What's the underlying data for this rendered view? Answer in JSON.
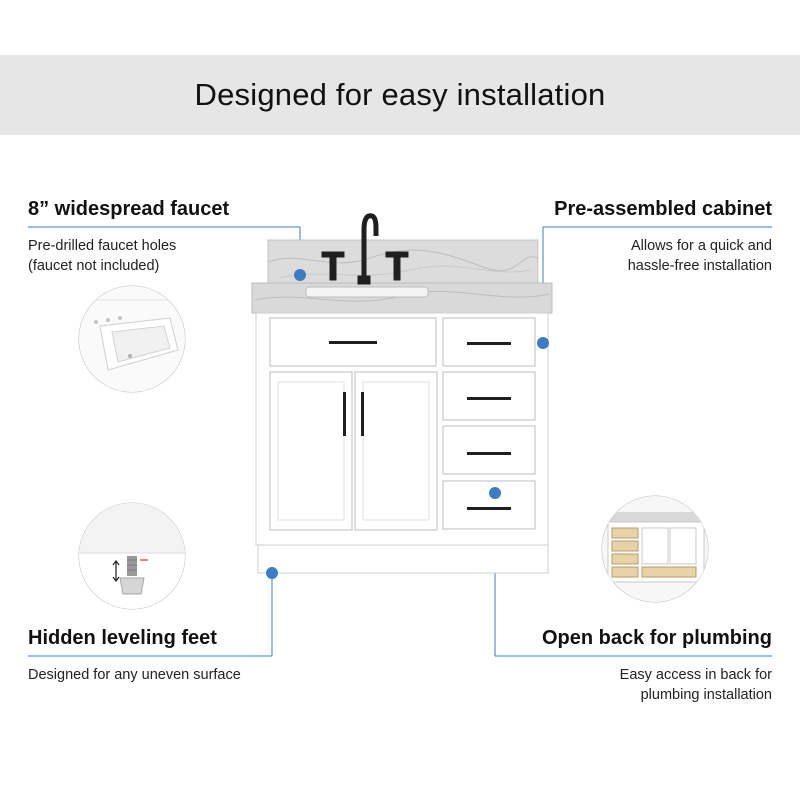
{
  "heading": "Designed for easy installation",
  "features": {
    "faucet": {
      "title": "8” widespread faucet",
      "desc": [
        "Pre-drilled faucet holes",
        "(faucet not included)"
      ]
    },
    "cabinet": {
      "title": "Pre-assembled cabinet",
      "desc": [
        "Allows for  a quick and",
        "hassle-free installation"
      ]
    },
    "leveling": {
      "title": "Hidden leveling feet",
      "desc": [
        "Designed for any uneven surface"
      ]
    },
    "plumbing": {
      "title": "Open back for plumbing",
      "desc": [
        "Easy access in back for",
        "plumbing installation"
      ]
    }
  },
  "icons": {
    "callout_dot": "callout-dot-icon",
    "basin_detail": "basin-detail-icon",
    "leveling_detail": "leveling-foot-icon",
    "back_detail": "cabinet-back-icon"
  },
  "colors": {
    "banner_bg": "#e6e6e6",
    "accent": "#3a7dc2",
    "cabinet": "#ffffff",
    "hardware": "#1f1f1f",
    "marble": "#d7d7d7"
  }
}
